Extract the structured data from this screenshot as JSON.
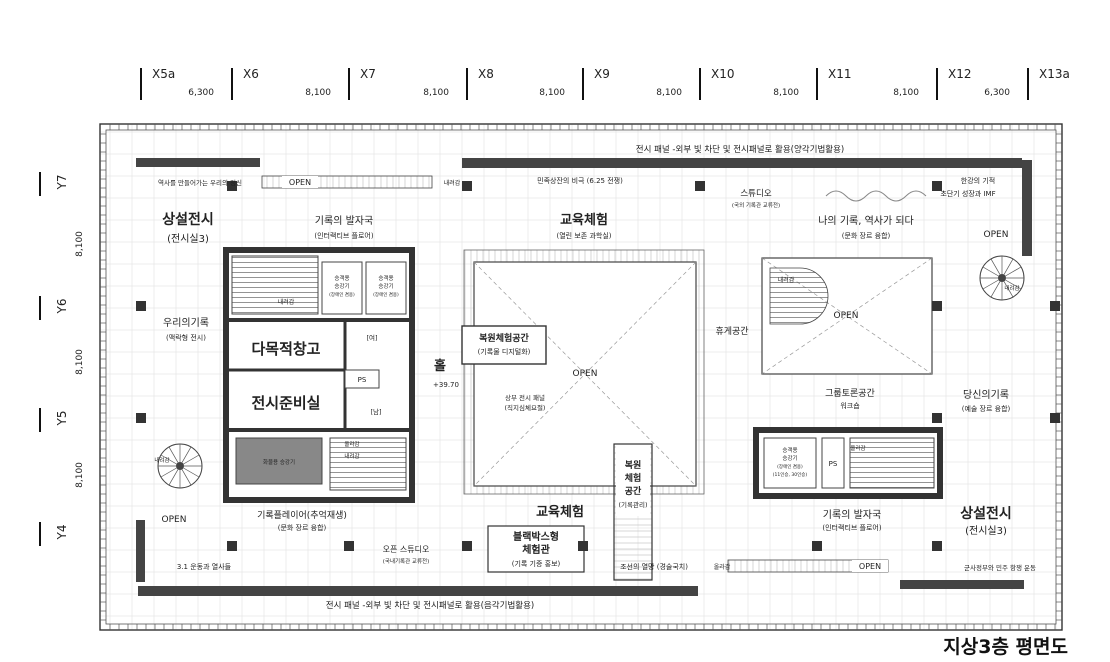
{
  "grid": {
    "cols": [
      {
        "label": "X5a",
        "dim": "6,300"
      },
      {
        "label": "X6",
        "dim": "8,100"
      },
      {
        "label": "X7",
        "dim": "8,100"
      },
      {
        "label": "X8",
        "dim": "8,100"
      },
      {
        "label": "X9",
        "dim": "8,100"
      },
      {
        "label": "X10",
        "dim": "8,100"
      },
      {
        "label": "X11",
        "dim": "8,100"
      },
      {
        "label": "X12",
        "dim": "6,300"
      },
      {
        "label": "X13a",
        "dim": ""
      }
    ],
    "rows": [
      {
        "label": "Y7",
        "dim": "8,100"
      },
      {
        "label": "Y6",
        "dim": "8,100"
      },
      {
        "label": "Y5",
        "dim": "8,100"
      },
      {
        "label": "Y4",
        "dim": ""
      }
    ]
  },
  "banners": {
    "top": "전시 패널 -외부 빛 차단 및 전시패널로 활용(양각기법활용)",
    "bottom": "전시 패널 -외부 빛 차단 및 전시패널로 활용(음각기법활용)"
  },
  "rooms": {
    "permanent_left": {
      "title": "상설전시",
      "sub": "(전시실3)"
    },
    "our_record": {
      "title": "우리의기록",
      "sub": "(맥락형 전시)"
    },
    "discovery_top": {
      "title": "기록의 발자국",
      "sub": "(인터랙티브 플로어)"
    },
    "edu_top": {
      "title": "교육체험",
      "sub": "(열린 보존 과학실)"
    },
    "studio": {
      "title": "스튜디오",
      "sub": "(국외 기록관 교류전)"
    },
    "my_record": {
      "title": "나의 기록, 역사가 되다",
      "sub": "(문화 장르 융합)"
    },
    "storage": {
      "title": "다목적창고"
    },
    "prep": {
      "title": "전시준비실"
    },
    "hall": {
      "title": "홀",
      "level": "+39.70"
    },
    "restore_top": {
      "title": "복원체험공간",
      "sub": "(기록물 디지털화)"
    },
    "lounge": {
      "title": "휴게공간"
    },
    "group": {
      "title": "그룹토론공간",
      "sub": "워크숍"
    },
    "your_record": {
      "title": "당신의기록",
      "sub": "(예술 장르 융합)"
    },
    "player": {
      "title": "기록플레이어(추억재생)",
      "sub": "(문화 장르 융합)"
    },
    "edu_bottom": {
      "title": "교육체험"
    },
    "restore_bottom": {
      "l1": "복원",
      "l2": "체험",
      "l3": "공간",
      "sub": "(기록관리)"
    },
    "blackbox": {
      "l1": "블랙박스형",
      "l2": "체험관",
      "sub": "(기록 기증 홍보)"
    },
    "discovery_bottom": {
      "title": "기록의 발자국",
      "sub": "(인터랙티브 플로어)"
    },
    "permanent_right": {
      "title": "상설전시",
      "sub": "(전시실3)"
    },
    "open_studio": {
      "title": "오픈 스튜디오",
      "sub": "(국내기록관 교류전)"
    }
  },
  "labels": {
    "open": "OPEN",
    "down": "내려감",
    "up": "올라감",
    "ps": "PS",
    "male": "[남]",
    "female": "[여]",
    "elev": "승객용",
    "elev2": "승강기",
    "elev_sub": "(장애인 겸용)",
    "elev_sub2": "(11인승, 30인승)",
    "freight": "화물용 승강기",
    "upper_panel": "상부 전시 패널",
    "upper_panel_sub": "(직지심체요절)",
    "nat_history": "역사를 만들어가는 우리의 정신",
    "korean_war": "민족상잔의 비극 (6.25 전쟁)",
    "han_river": "한강의 기적",
    "short_growth": "초단기 성장과 IMF",
    "march1": "3.1 운동과 열사들",
    "joseon": "조선의 열망 (경술국치)",
    "democracy": "군사정부와 민주 항쟁 운동"
  },
  "footer": {
    "title": "지상3층 평면도"
  }
}
